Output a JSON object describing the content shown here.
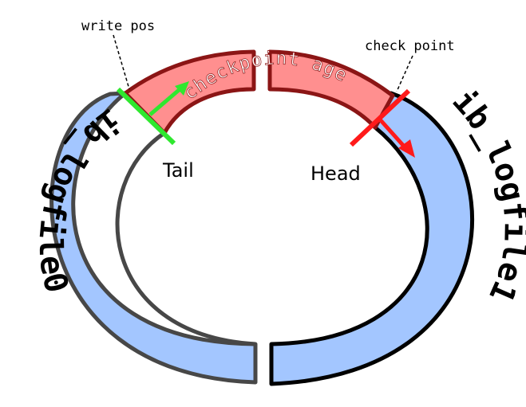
{
  "labels": {
    "write_pos": "write pos",
    "check_point": "check point",
    "checkpoint_age": "checkpoint age",
    "tail": "Tail",
    "head": "Head",
    "logfile0": "ib_logfile0",
    "logfile1": "ib_logfile1"
  },
  "colors": {
    "file_fill": "#a3c6ff",
    "age_fill": "#ff8f8f",
    "age_stroke": "#8b1515",
    "left_file_stroke": "#474747",
    "right_file_stroke": "#000000",
    "write_pos_marker": "#2fe82f",
    "check_point_marker": "#ff1a1a"
  },
  "icons": {
    "write_pos_marker": "green-line-with-arrow",
    "check_point_marker": "red-line-with-arrow"
  }
}
